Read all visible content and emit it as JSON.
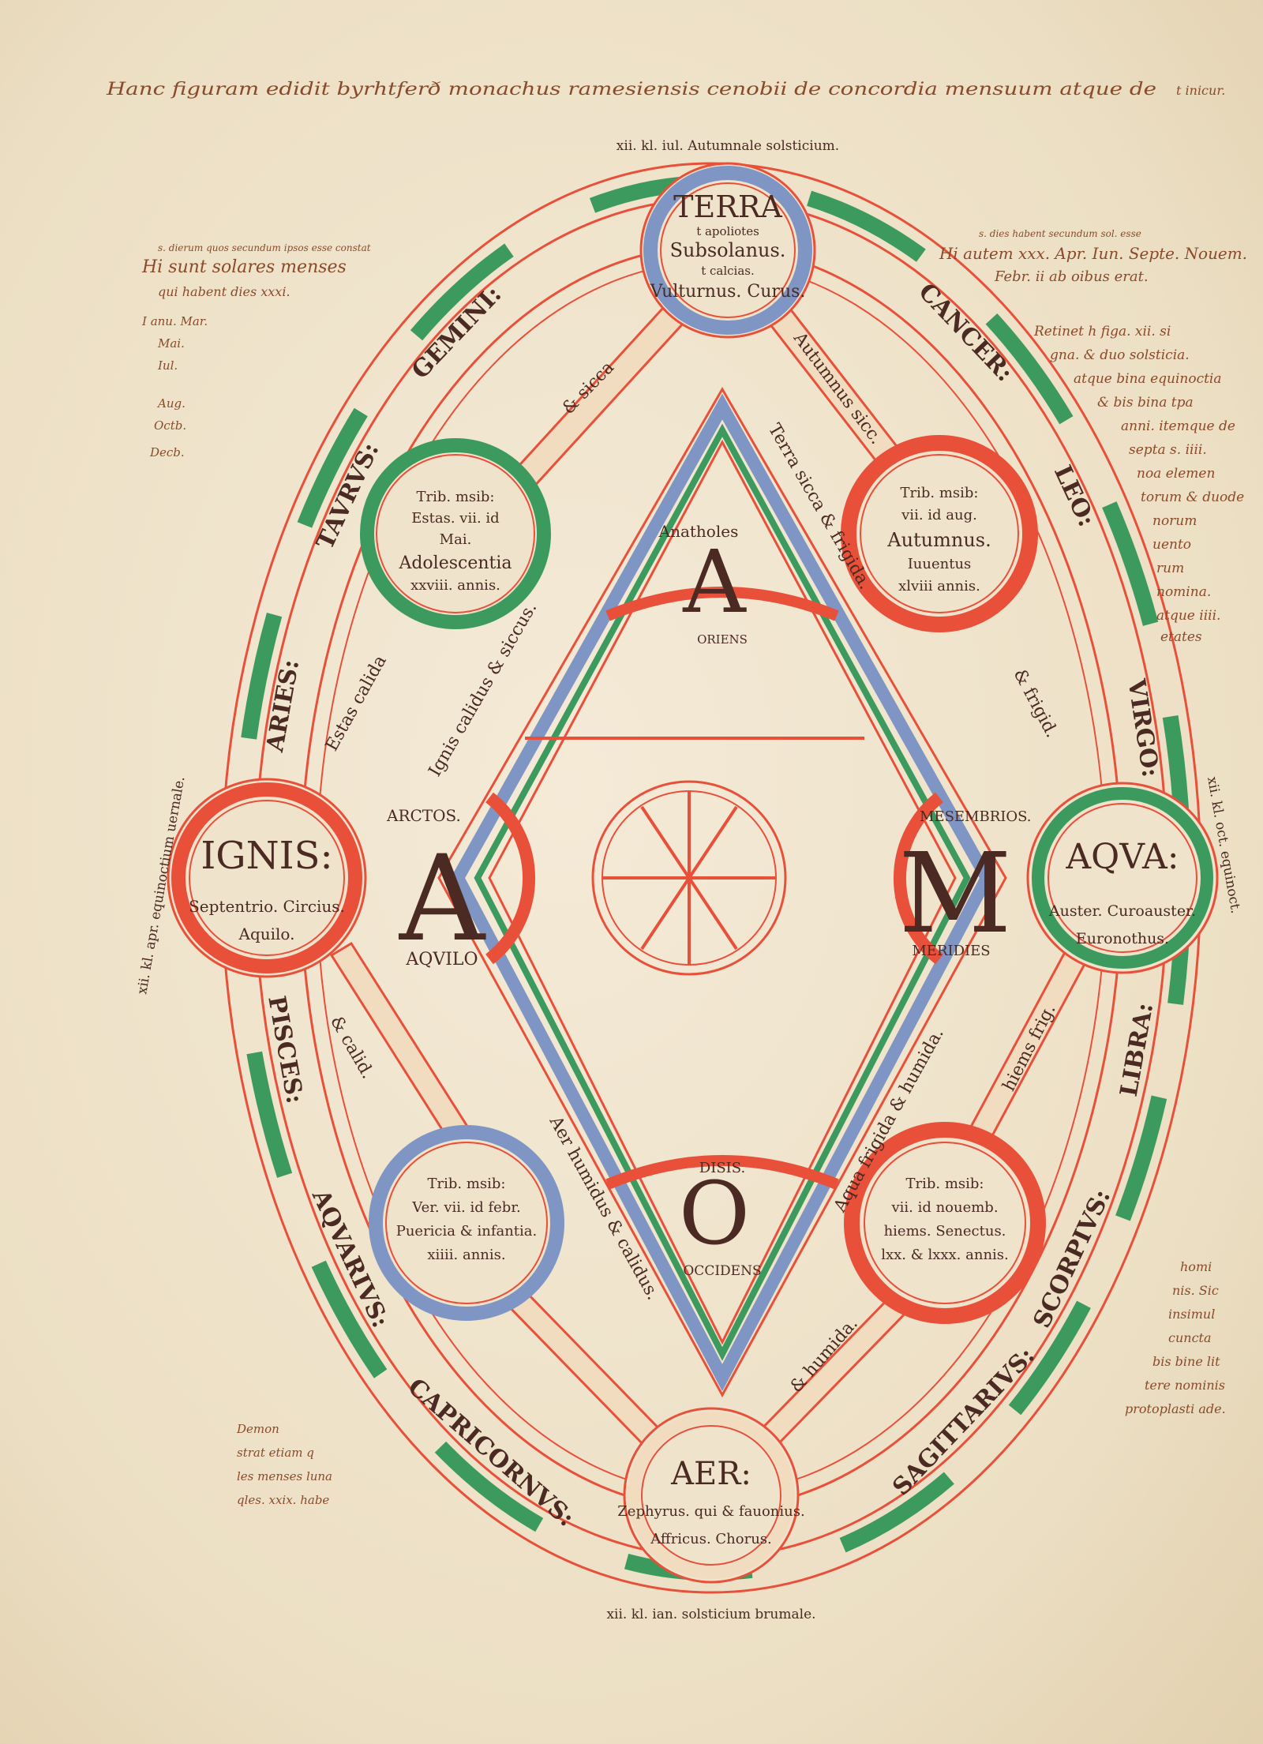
{
  "colors": {
    "parchment": "#efe3cc",
    "red": "#e8503a",
    "blue": "#7f96c4",
    "green": "#3d9a5e",
    "ink": "#4a2a22",
    "brown_ink": "#8a4a2a"
  },
  "margin_notes": {
    "heading": "Hanc figuram edidit byrhtferð monachus ramesiensis cenobii de concordia mensuum atque de",
    "top_right": "t inicur.",
    "left_line1": "Hi sunt solares menses",
    "left_line1_gloss": "s. dierum quos secundum ipsos esse constat",
    "left_line2": "qui habent dies xxxi.",
    "left_list": [
      "I anu. Mar.",
      "Mai.",
      "Iul.",
      "Aug.",
      "Octb.",
      "Decb."
    ],
    "right_line1": "Hi autem xxx. Apr. Iun. Septe. Nouem.",
    "right_line1_gloss": "s. dies habent secundum sol. esse",
    "right_line2": "Febr. ii ab oibus erat.",
    "right_block": [
      "Retinet h figa. xii. si",
      "gna. & duo solsticia.",
      "atque bina equinoctia",
      "& bis bina tpa",
      "anni. itemque de",
      "septa s. iiii.",
      "noa elemen",
      "torum & duode",
      "norum",
      "uento",
      "rum",
      "nomina.",
      "atque iiii.",
      "etates"
    ],
    "right_bottom": [
      "homi",
      "nis. Sic",
      "insimul",
      "cuncta",
      "bis bine lit",
      "tere nominis",
      "protoplasti ade."
    ],
    "left_bottom": [
      "Demon",
      "strat etiam q",
      "les menses luna",
      "qles. xxix. habe"
    ]
  },
  "elements": {
    "terra": {
      "name": "TERRA",
      "gloss1": "t apoliotes",
      "wind1": "Subsolanus.",
      "gloss2": "t calcias.",
      "wind2": "Vulturnus. Curus."
    },
    "ignis": {
      "name": "IGNIS:",
      "wind1": "Septentrio. Circius.",
      "wind2": "Aquilo."
    },
    "aqua": {
      "name": "AQVA:",
      "wind1": "Auster. Curoauster.",
      "wind2": "Euronothus."
    },
    "aer": {
      "name": "AER:",
      "wind1": "Zephyrus. qui & fauonius.",
      "wind2": "Affricus. Chorus."
    }
  },
  "seasons": {
    "spring": [
      "Trib. msib:",
      "Ver. vii. id febr.",
      "Puericia & infantia.",
      "xiiii. annis."
    ],
    "summer": [
      "Trib. msib:",
      "Estas. vii. id",
      "Mai.",
      "Adolescentia",
      "xxviii. annis."
    ],
    "autumn": [
      "Trib. msib:",
      "vii. id aug.",
      "Autumnus.",
      "Iuuentus",
      "xlviii annis."
    ],
    "winter": [
      "Trib. msib:",
      "vii. id nouemb.",
      "hiems. Senectus.",
      "lxx. & lxxx. annis."
    ]
  },
  "compass": {
    "anatholes": "Anatholes",
    "A_top": "A",
    "oriens": "ORIENS",
    "arctos": "ARCTOS.",
    "A_left": "A",
    "aquilo": "AQVILO",
    "mesembrios": "MESEMBRIOS.",
    "M_right": "M",
    "meridies": "MERIDIES",
    "disis": "DISIS.",
    "O_bottom": "O",
    "occidens": "OCCIDENS"
  },
  "qualities": [
    "Terra sicca & frigida.",
    "Ignis calidus & siccus.",
    "Aqua frigida & humida.",
    "Aer humidus & calidus.",
    "Autumnus sicc.",
    "& sicca",
    "& frigid.",
    "Estas calida",
    "& calid.",
    "& humida.",
    "hiems frig."
  ],
  "zodiac": [
    "ARIES:",
    "TAVRVS:",
    "GEMINI:",
    "CANCER:",
    "LEO:",
    "VIRGO:",
    "LIBRA:",
    "SCORPIVS:",
    "SAGITTARIVS:",
    "CAPRICORNVS:",
    "AQVARIVS:",
    "PISCES:"
  ],
  "solstices": {
    "top": "xii. kl. iul. Autumnale solsticium.",
    "bottom": "xii. kl. ian. solsticium brumale.",
    "left": "xii. kl. apr. equinoctium uernale.",
    "right": "xii. kl. oct. equinoct."
  }
}
